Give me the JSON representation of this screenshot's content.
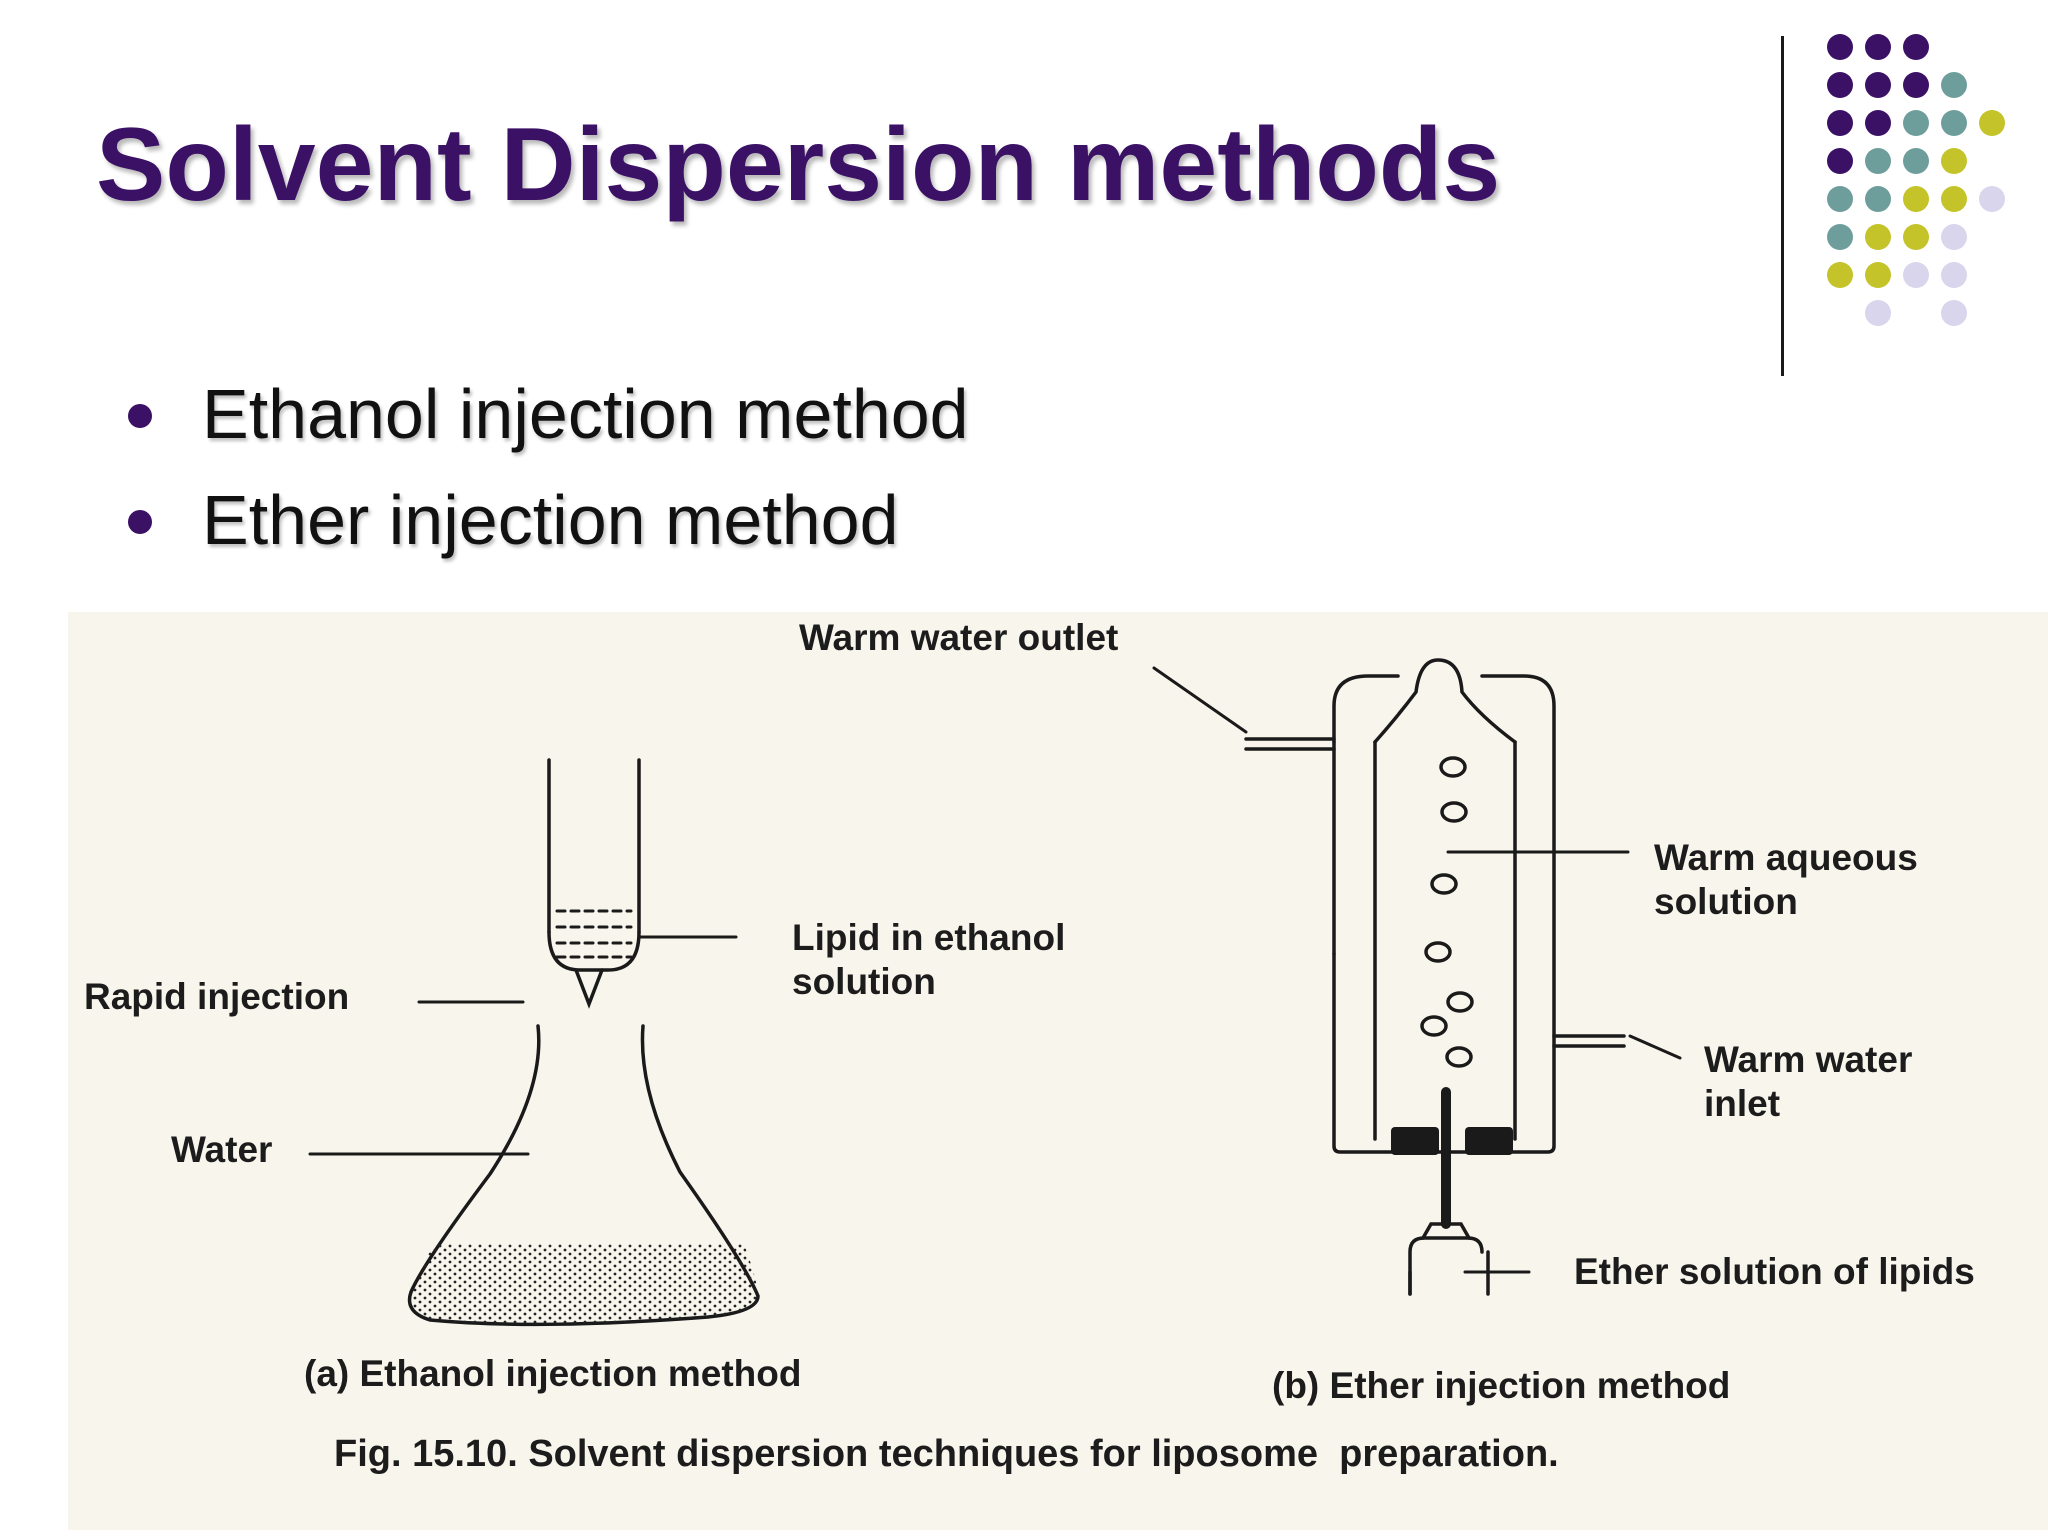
{
  "slide": {
    "title": "Solvent Dispersion methods",
    "bullets": [
      "Ethanol injection method",
      "Ether injection method"
    ],
    "title_color": "#3b1166",
    "decor_colors": [
      "#3b1166",
      "#6e9e9b",
      "#c4c42a",
      "#d8d5ec"
    ]
  },
  "figure": {
    "labels": {
      "warm_water_outlet": "Warm water outlet",
      "warm_aqueous_solution_1": "Warm aqueous",
      "warm_aqueous_solution_2": "solution",
      "lipid_in_ethanol_1": "Lipid in ethanol",
      "lipid_in_ethanol_2": "solution",
      "rapid_injection": "Rapid injection",
      "warm_water_inlet_1": "Warm water",
      "warm_water_inlet_2": "inlet",
      "water": "Water",
      "ether_solution": "Ether solution of lipids"
    },
    "caption_a": "(a) Ethanol injection method",
    "caption_b": "(b) Ether injection method",
    "fig_number": "Fig. 15.10.",
    "fig_caption": "Solvent dispersion techniques for liposome  preparation."
  }
}
